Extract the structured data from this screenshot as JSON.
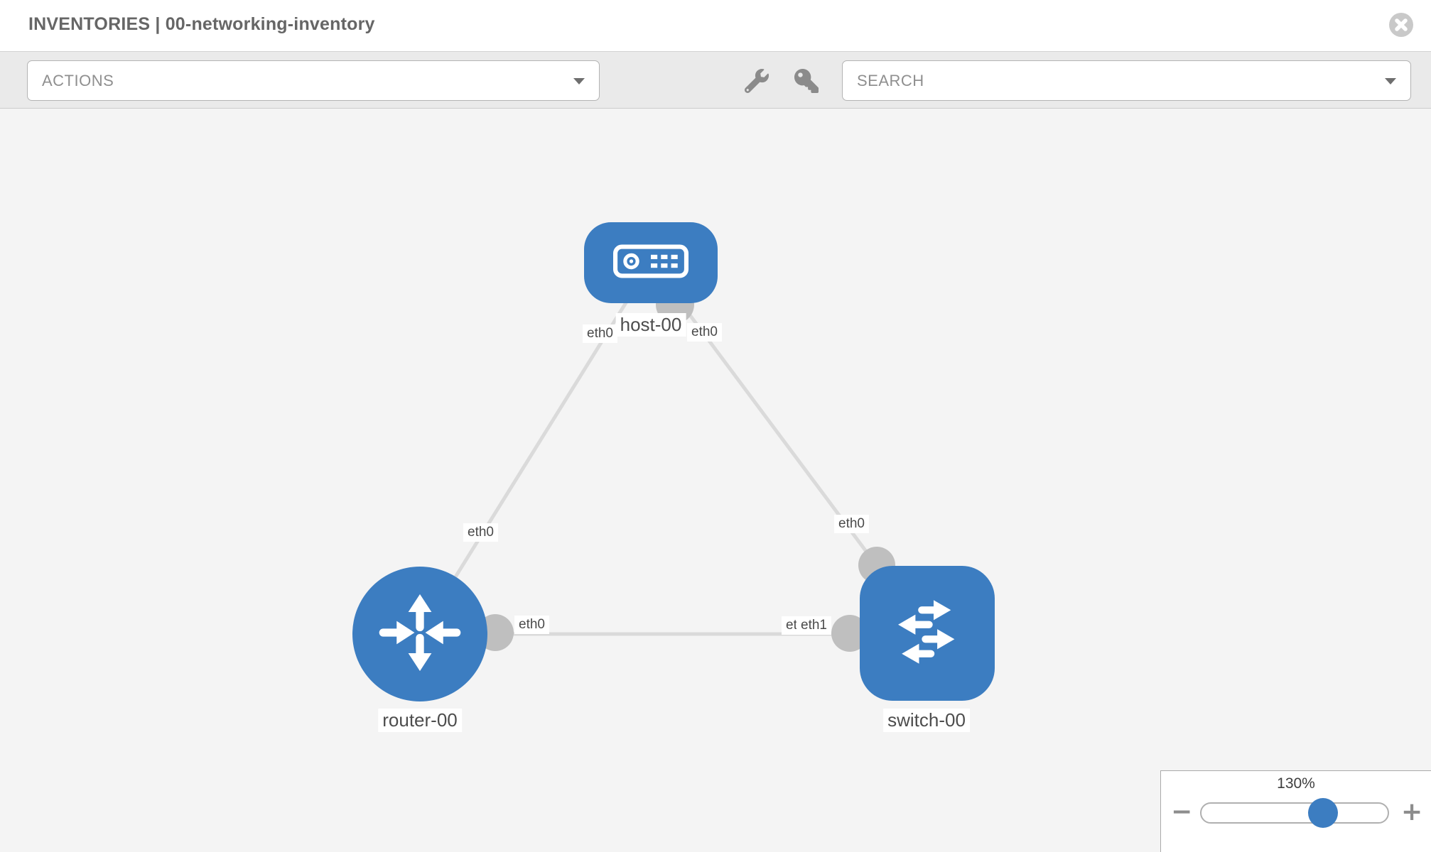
{
  "header": {
    "title": "INVENTORIES | 00-networking-inventory"
  },
  "toolbar": {
    "actions_label": "ACTIONS",
    "search_label": "SEARCH"
  },
  "icons": {
    "close": "circle-x",
    "tools": "wrench",
    "credentials": "key",
    "actions_dropdown": "chevron-down",
    "search_dropdown": "chevron-down"
  },
  "colors": {
    "node_blue": "#3c7dc1",
    "canvas_bg": "#f4f4f4",
    "toolbar_bg": "#eaeaea",
    "link_gray": "#dadada",
    "endpoint_gray": "#bfbfbf",
    "label_text": "#4d4d4d"
  },
  "topology": {
    "nodes": [
      {
        "id": "host-00",
        "type": "host",
        "label": "host-00"
      },
      {
        "id": "router-00",
        "type": "router",
        "label": "router-00"
      },
      {
        "id": "switch-00",
        "type": "switch",
        "label": "switch-00"
      }
    ],
    "links": [
      {
        "source": "host-00",
        "target": "router-00",
        "source_interface": "eth0",
        "target_interface": "eth0"
      },
      {
        "source": "host-00",
        "target": "switch-00",
        "source_interface": "eth0",
        "target_interface": "eth0"
      },
      {
        "source": "router-00",
        "target": "switch-00",
        "source_interface": "eth0",
        "target_interface": "eth1",
        "target_overlap_label": "eth0"
      }
    ]
  },
  "zoom_control": {
    "value": "130%",
    "decrease_label": "−",
    "increase_label": "+",
    "percent_position": 65
  }
}
